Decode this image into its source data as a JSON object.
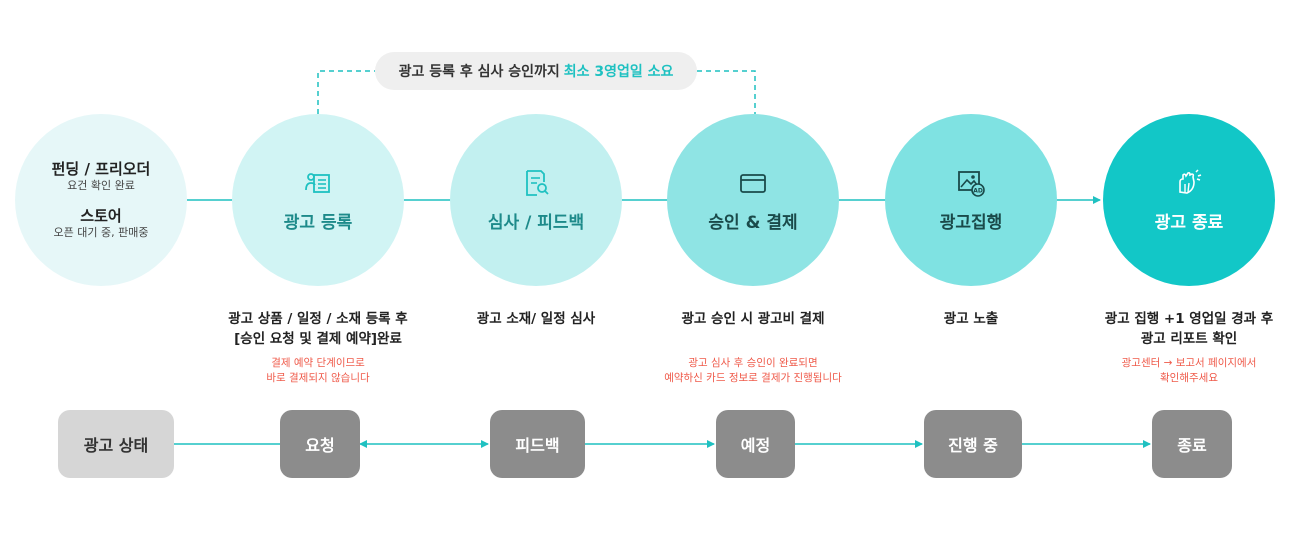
{
  "approval_note": {
    "prefix": "광고 등록 후 심사 승인까지",
    "highlight": "최소 3영업일 소요"
  },
  "precondition": {
    "item1_title": "펀딩 / 프리오더",
    "item1_sub": "요건 확인 완료",
    "item2_title": "스토어",
    "item2_sub": "오픈 대기 중, 판매중"
  },
  "steps": [
    {
      "label": "광고 등록",
      "icon": "registration-icon"
    },
    {
      "label": "심사 / 피드백",
      "icon": "document-review-icon"
    },
    {
      "label": "승인 & 결제",
      "icon": "credit-card-icon"
    },
    {
      "label": "광고집행",
      "icon": "ad-image-icon"
    },
    {
      "label": "광고 종료",
      "icon": "clapping-hands-icon"
    }
  ],
  "descriptions": {
    "register_line1": "광고 상품 / 일정 / 소재 등록 후",
    "register_line2": "[승인 요청 및 결제 예약]완료",
    "register_note1": "결제 예약 단계이므로",
    "register_note2": "바로 결제되지 않습니다",
    "review": "광고 소재/ 일정 심사",
    "approve": "광고 승인 시 광고비 결제",
    "approve_note1": "광고 심사 후 승인이 완료되면",
    "approve_note2": "예약하신 카드 정보로 결제가 진행됩니다",
    "execute": "광고 노출",
    "end_line1": "광고 집행 +1 영업일 경과 후",
    "end_line2": "광고 리포트 확인",
    "end_note1": "광고센터 → 보고서 페이지에서",
    "end_note2": "확인해주세요"
  },
  "statuses": [
    "광고 상태",
    "요청",
    "피드백",
    "예정",
    "진행 중",
    "종료"
  ],
  "colors": {
    "accent": "#1fc1c1",
    "note": "#ef5a4a",
    "status_box": "#8c8c8c"
  }
}
